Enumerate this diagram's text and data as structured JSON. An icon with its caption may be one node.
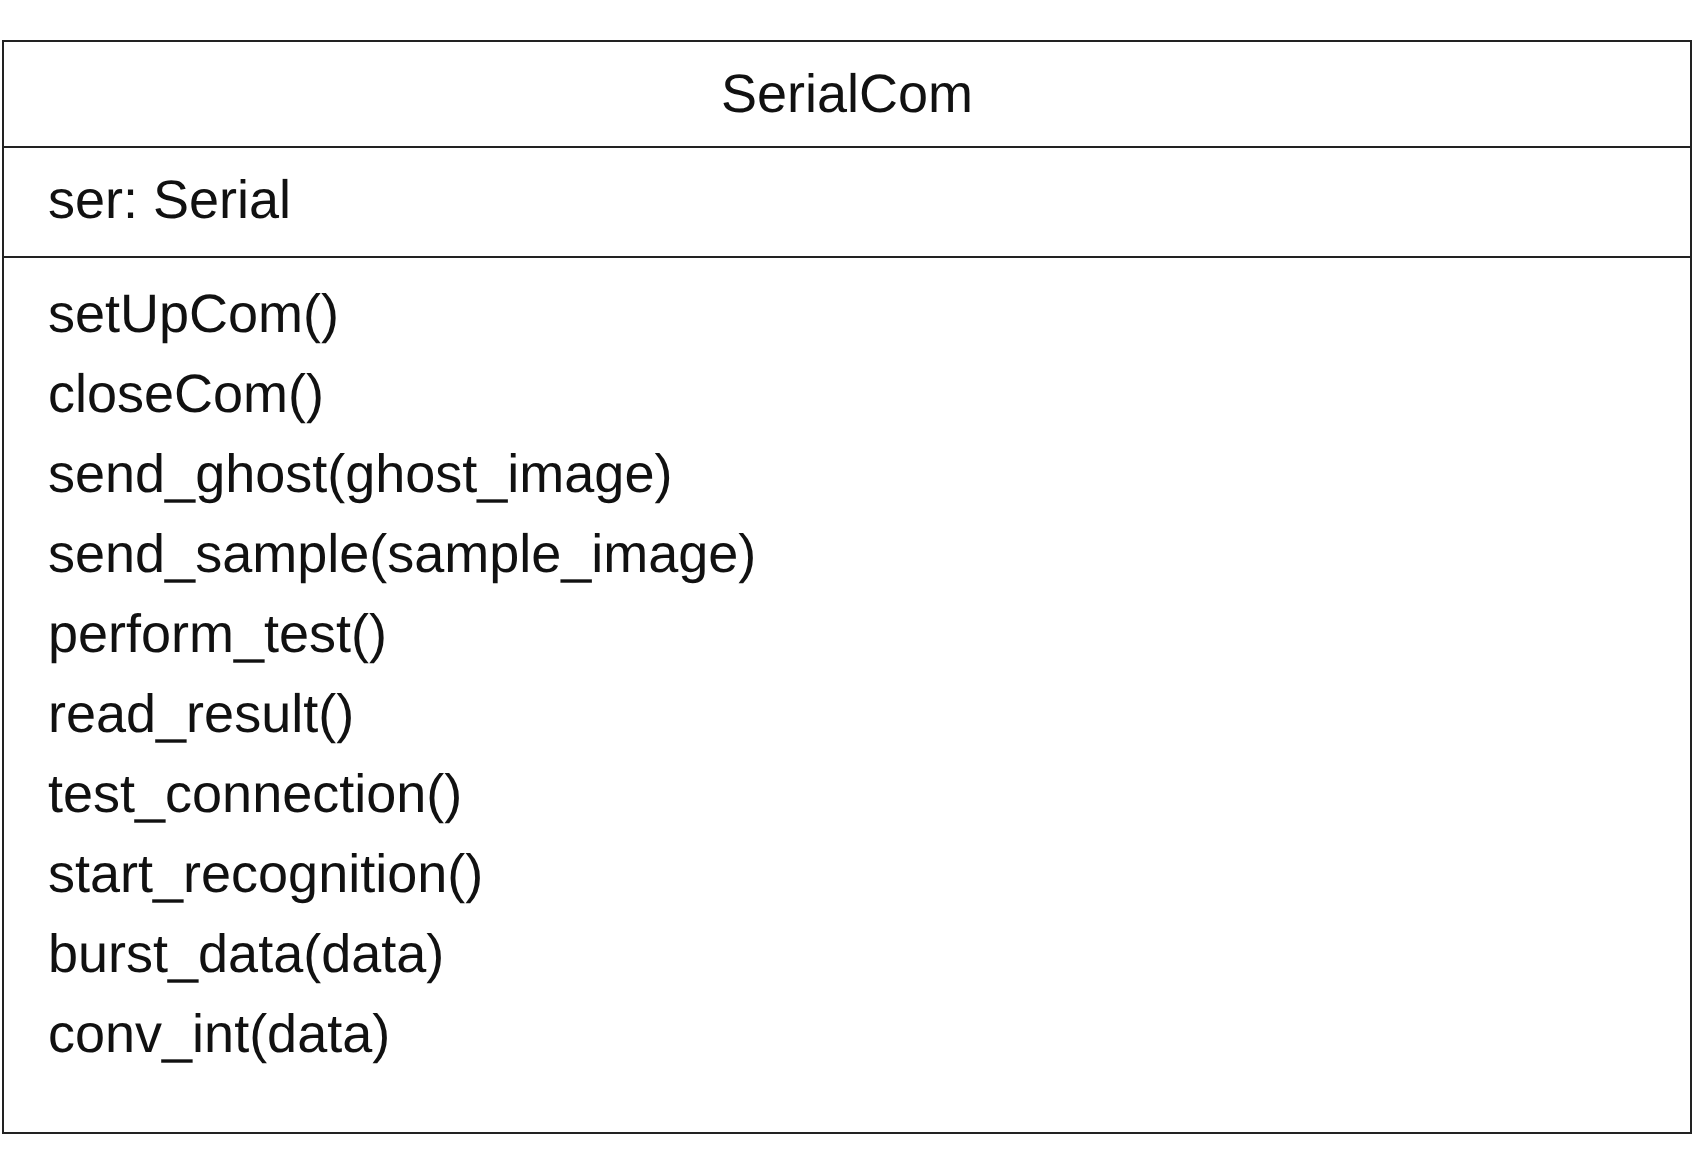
{
  "diagram": {
    "nodes": [
      {
        "text": [
          "SerialCom"
        ]
      },
      {
        "text": [
          "ser: Serial"
        ],
        "in": 0
      },
      {
        "text": [
          "setUpCom()",
          "closeCom()",
          "send_ghost(ghost_image)",
          "send_sample(sample_image)",
          "perform_test()",
          "read_result()",
          "test_connection()",
          "start_recognition()",
          "burst_data(data)",
          "conv_int(data)"
        ],
        "in": 0
      }
    ]
  }
}
